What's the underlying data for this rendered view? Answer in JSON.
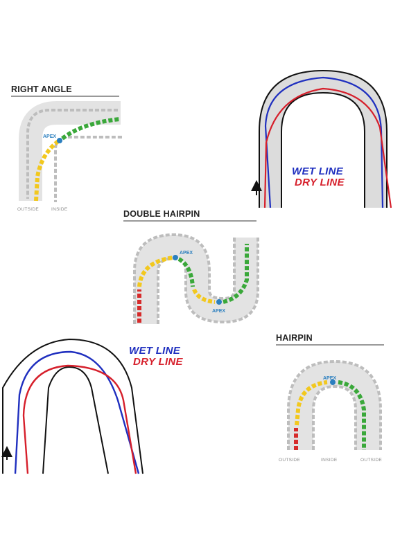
{
  "colors": {
    "track": "#e3e3e3",
    "kerb": "#bdbdbd",
    "red": "#d62b2b",
    "yellow": "#f2c81e",
    "green": "#3aa83a",
    "blue_apex": "#2b7fbf",
    "wet_line": "#1f2fbf",
    "dry_line": "#d61f2b",
    "outline": "#111111",
    "heading_rule": "#333333"
  },
  "right_angle": {
    "title": "RIGHT ANGLE",
    "apex_label": "APEX",
    "outside_label": "OUTSIDE",
    "inside_label": "INSIDE"
  },
  "double_hairpin": {
    "title": "DOUBLE HAIRPIN",
    "apex_label_1": "APEX",
    "apex_label_2": "APEX"
  },
  "hairpin": {
    "title": "HAIRPIN",
    "apex_label": "APEX",
    "outside_left_label": "OUTSIDE",
    "inside_label": "INSIDE",
    "outside_right_label": "OUTSIDE"
  },
  "lines_legend_top": {
    "wet": "WET LINE",
    "dry": "DRY LINE",
    "direction_icon": "up-arrow-icon"
  },
  "lines_legend_bottom": {
    "wet": "WET LINE",
    "dry": "DRY LINE",
    "direction_icon": "up-arrow-icon"
  }
}
